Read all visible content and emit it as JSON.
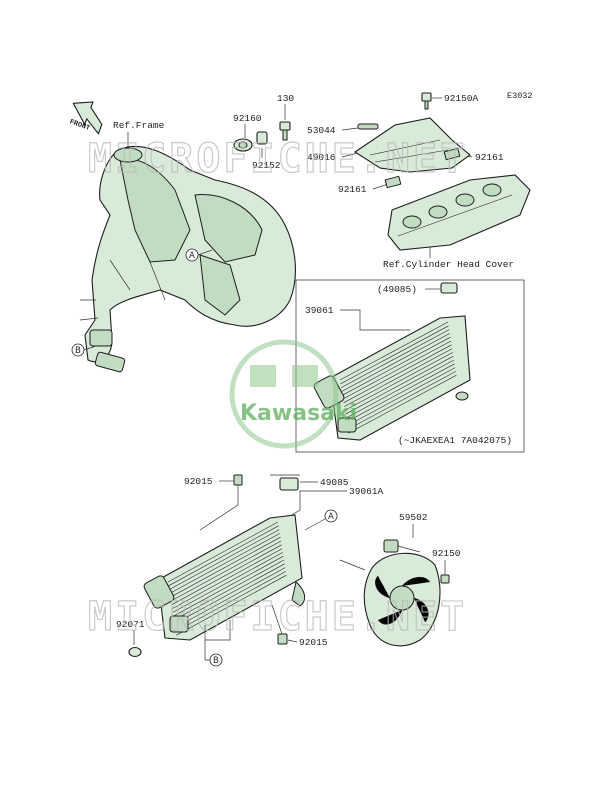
{
  "diagram_code": "E3032",
  "front_label": "FRONT",
  "watermark": {
    "text": "MICROFICHE.NET",
    "logo_text": "Kawasaki"
  },
  "refs": {
    "frame": "Ref.Frame",
    "cylinder_head_cover": "Ref.Cylinder Head Cover"
  },
  "box_note": "(~JKAEXEA1 7A042075)",
  "callouts": {
    "A": "A",
    "B": "B"
  },
  "parts": {
    "p130": "130",
    "p92160": "92160",
    "p92152": "92152",
    "p92150A": "92150A",
    "p53044": "53044",
    "p49016": "49016",
    "p92161_right": "92161",
    "p92161_left": "92161",
    "p49085_paren": "(49085)",
    "p39061": "39061",
    "p92015_top": "92015",
    "p49085": "49085",
    "p39061A": "39061A",
    "p59502": "59502",
    "p92150": "92150",
    "p92071": "92071",
    "p92015_bottom": "92015"
  },
  "colors": {
    "part_fill": "#d8ead8",
    "accent_green": "#5fae5f",
    "line": "#1e1e1e"
  }
}
